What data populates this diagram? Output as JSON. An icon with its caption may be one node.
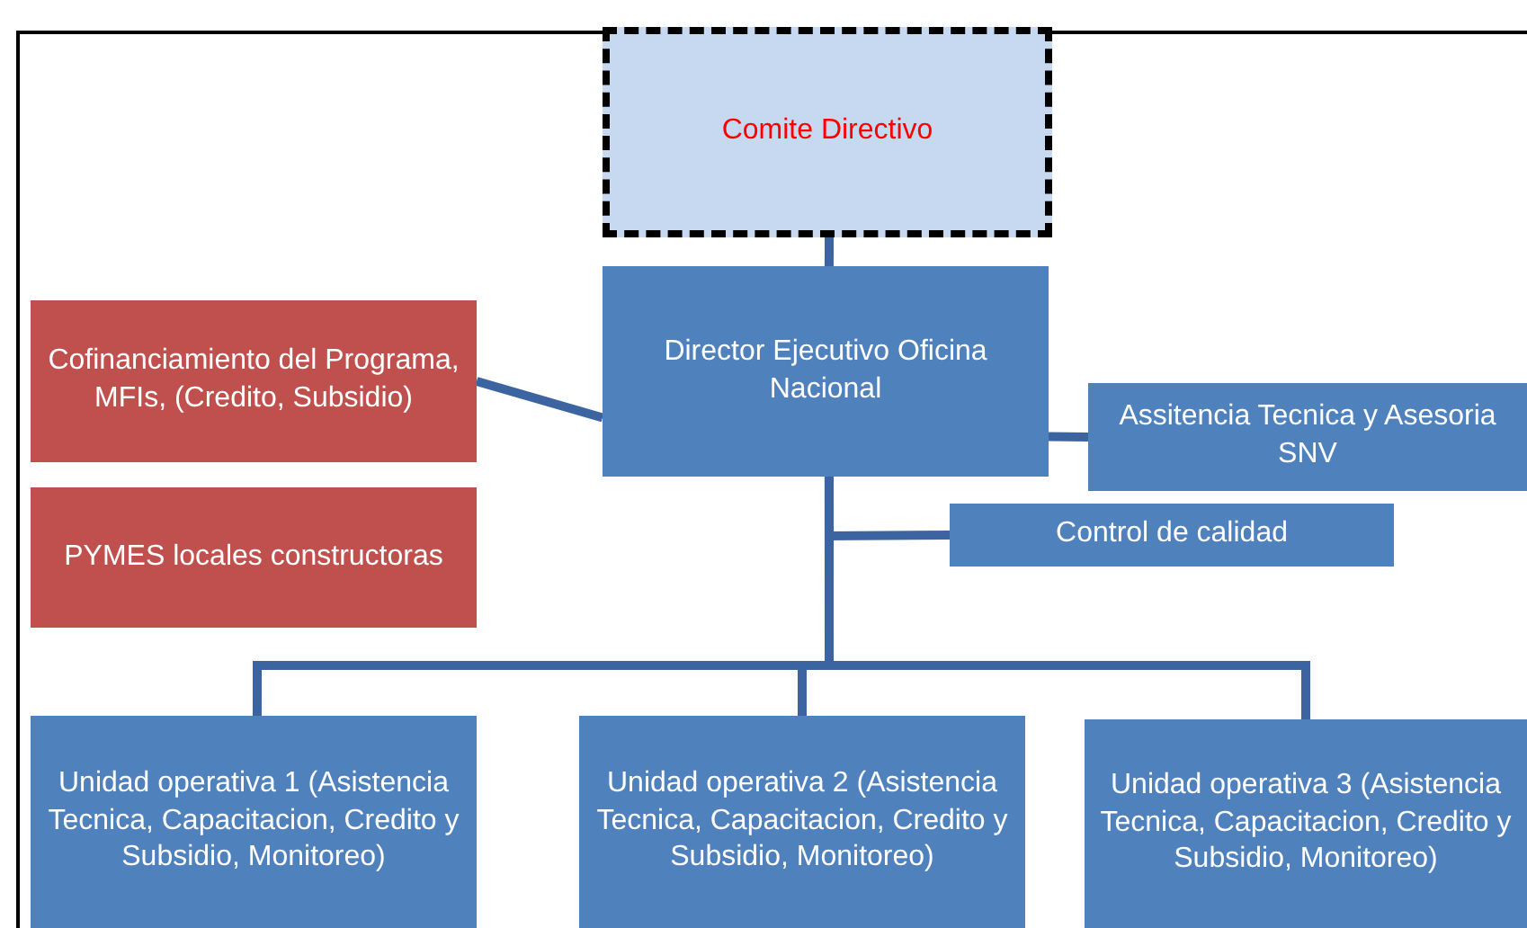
{
  "diagram": {
    "nodes": [
      {
        "text": [
          "Comite Directivo"
        ]
      },
      {
        "text": [
          "Director Ejecutivo Oficina Nacional"
        ]
      },
      {
        "text": [
          "Cofinanciamiento del Programa, MFIs, (Credito, Subsidio)"
        ]
      },
      {
        "text": [
          "Assitencia Tecnica y Asesoria SNV"
        ]
      },
      {
        "text": [
          "PYMES locales constructoras"
        ]
      },
      {
        "text": [
          "Control de calidad"
        ]
      },
      {
        "text": [
          "Unidad operativa  1 (Asistencia Tecnica, Capacitacion, Credito y Subsidio, Monitoreo)"
        ]
      },
      {
        "text": [
          "Unidad operativa  2 (Asistencia Tecnica, Capacitacion, Credito y Subsidio, Monitoreo)"
        ]
      },
      {
        "text": [
          "Unidad operativa  3 (Asistencia Tecnica, Capacitacion, Credito y Subsidio, Monitoreo)"
        ]
      }
    ],
    "edges": [
      {
        "from": 0,
        "to": 1,
        "arrow": "none"
      },
      {
        "from": 2,
        "to": 1,
        "arrow": "none"
      },
      {
        "from": 1,
        "to": 3,
        "arrow": "none"
      },
      {
        "from": 1,
        "to": 5,
        "arrow": "none"
      },
      {
        "from": 1,
        "to": 6,
        "arrow": "none"
      },
      {
        "from": 1,
        "to": 7,
        "arrow": "none"
      },
      {
        "from": 1,
        "to": 8,
        "arrow": "none"
      }
    ]
  }
}
